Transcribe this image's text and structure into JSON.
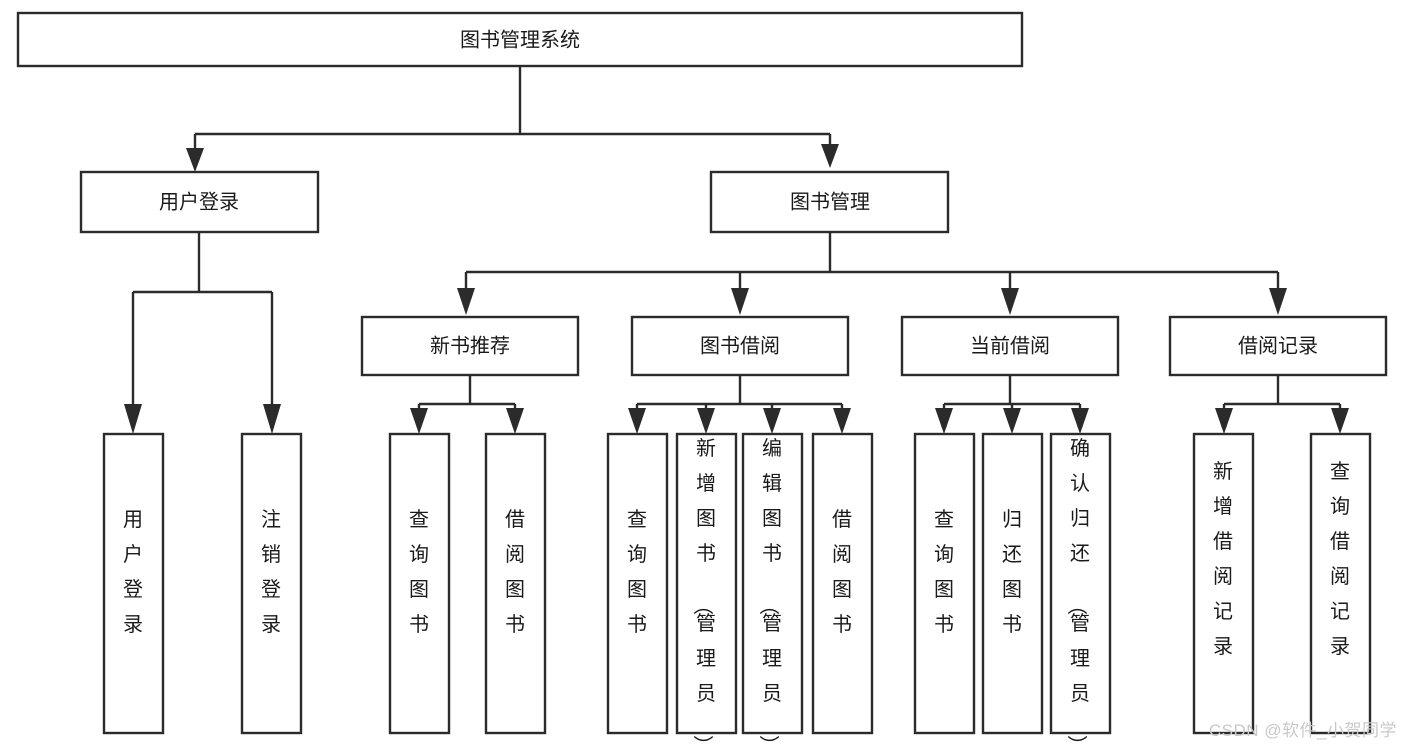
{
  "diagram": {
    "type": "tree",
    "title": "图书管理系统",
    "orientation": "top-down",
    "colors": {
      "box_fill": "#ffffff",
      "box_stroke": "#2b2b2b",
      "text": "#1a1a1a",
      "watermark": "#c9c9c9",
      "background": "#ffffff"
    },
    "root": {
      "label": "图书管理系统"
    },
    "level2": [
      {
        "label": "用户登录"
      },
      {
        "label": "图书管理"
      }
    ],
    "level3": [
      {
        "label": "新书推荐"
      },
      {
        "label": "图书借阅"
      },
      {
        "label": "当前借阅"
      },
      {
        "label": "借阅记录"
      }
    ],
    "leaves": {
      "user_login": [
        {
          "label": "用户登录"
        },
        {
          "label": "注销登录"
        }
      ],
      "new_book_recommend": [
        {
          "label": "查询图书"
        },
        {
          "label": "借阅图书"
        }
      ],
      "book_borrow": [
        {
          "label": "查询图书"
        },
        {
          "label": "新增图书（管理员）"
        },
        {
          "label": "编辑图书（管理员）"
        },
        {
          "label": "借阅图书"
        }
      ],
      "current_borrow": [
        {
          "label": "查询图书"
        },
        {
          "label": "归还图书"
        },
        {
          "label": "确认归还（管理员）"
        }
      ],
      "borrow_record": [
        {
          "label": "新增借阅记录"
        },
        {
          "label": "查询借阅记录"
        }
      ]
    }
  },
  "watermark": {
    "text": "CSDN @软件_小贺同学"
  }
}
